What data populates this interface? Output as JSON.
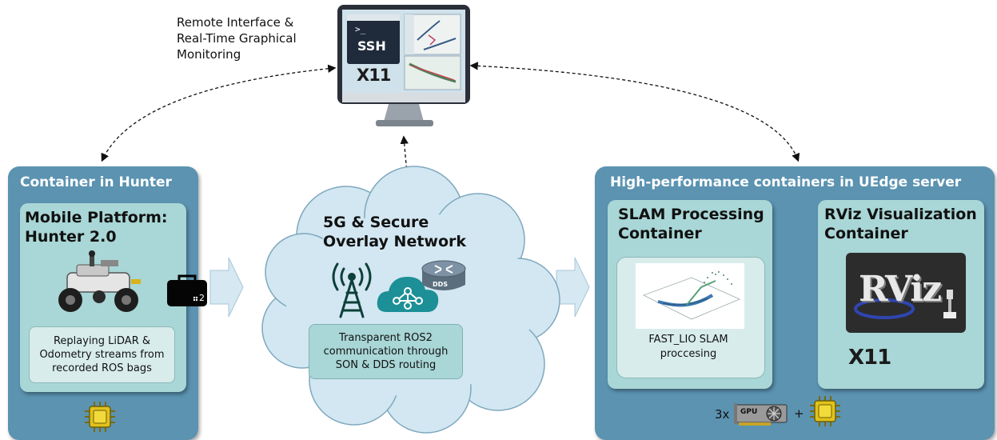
{
  "remote": {
    "caption_lines": [
      "Remote Interface &",
      "Real-Time Graphical",
      "Monitoring"
    ],
    "ssh_label": "SSH",
    "prompt_glyph": ">_",
    "x11_label": "X11"
  },
  "hunter": {
    "title": "Container in Hunter",
    "platform_title_lines": [
      "Mobile Platform:",
      "Hunter 2.0"
    ],
    "description": "Replaying LiDAR & Odometry streams from recorded ROS bags",
    "bag_label": "2"
  },
  "network": {
    "title_lines": [
      "5G & Secure",
      "Overlay Network"
    ],
    "description": "Transparent ROS2 communication through SON & DDS routing",
    "dds_label": "DDS"
  },
  "uedge": {
    "title": "High-performance containers in UEdge server",
    "slam": {
      "title_lines": [
        "SLAM Processing",
        "Container"
      ],
      "description": "FAST_LIO SLAM proccesing"
    },
    "rviz": {
      "title_lines": [
        "RViz Visualization",
        "Container"
      ],
      "logo_text": "RViz",
      "x11_label": "X11"
    },
    "hardware": {
      "gpu_count": "3x",
      "gpu_label": "GPU",
      "plus": "+"
    }
  },
  "colors": {
    "outer_panel": "#5b93b1",
    "inner_panel": "#a9d6d6",
    "text_box": "#d8ecec",
    "arrow_fill": "#d6e8f2",
    "chip_gold": "#e0c21a"
  }
}
